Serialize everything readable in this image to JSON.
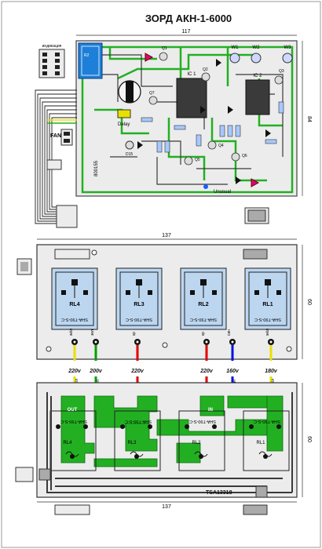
{
  "title": "ЗОРД АКН-1-6000",
  "dimensions": {
    "top_width": "117",
    "top_height": "84",
    "mid_width": "137",
    "mid_height": "60",
    "bottom_width": "137",
    "bottom_height": "60"
  },
  "top_board": {
    "labels": {
      "indication": "индикация",
      "fan": "FAN",
      "delay": "Delay",
      "unusual": "Unusual",
      "board_no": "800155",
      "ic1": "IC 1",
      "ic2": "IC 2",
      "w1": "W1",
      "w2": "W2",
      "w3": "W3",
      "q1": "Q1",
      "q2": "Q2",
      "q3": "Q3",
      "q4": "Q4",
      "q5": "Q5",
      "q6": "Q6",
      "q7": "Q7",
      "d15": "D15",
      "r": "R2"
    }
  },
  "relays": [
    {
      "id": "RL4",
      "part": "SHA-T90-S-C"
    },
    {
      "id": "RL3",
      "part": "SHA-T90-S-C"
    },
    {
      "id": "RL2",
      "part": "SHA-T90-S-C"
    },
    {
      "id": "RL1",
      "part": "SHA-T90-S-C"
    }
  ],
  "wires": [
    {
      "voltage": "220v",
      "label": "жёл",
      "color": "#e8e000"
    },
    {
      "voltage": "200v",
      "label": "зел",
      "color": "#00a000"
    },
    {
      "voltage": "220v",
      "label": "кр",
      "color": "#e00000"
    },
    {
      "voltage": "220v",
      "label": "кр",
      "color": "#e00000"
    },
    {
      "voltage": "160v",
      "label": "син",
      "color": "#0010e0"
    },
    {
      "voltage": "180v",
      "label": "жёл",
      "color": "#e8e000"
    }
  ],
  "bottom_board": {
    "out_label": "OUT",
    "in_label": "IN",
    "board_no": "TSA13318"
  },
  "colors": {
    "board": "#ebebeb",
    "relay_fill": "#bcd6f0",
    "trace": "#22b022",
    "dark_trace": "#3a3a3a"
  }
}
